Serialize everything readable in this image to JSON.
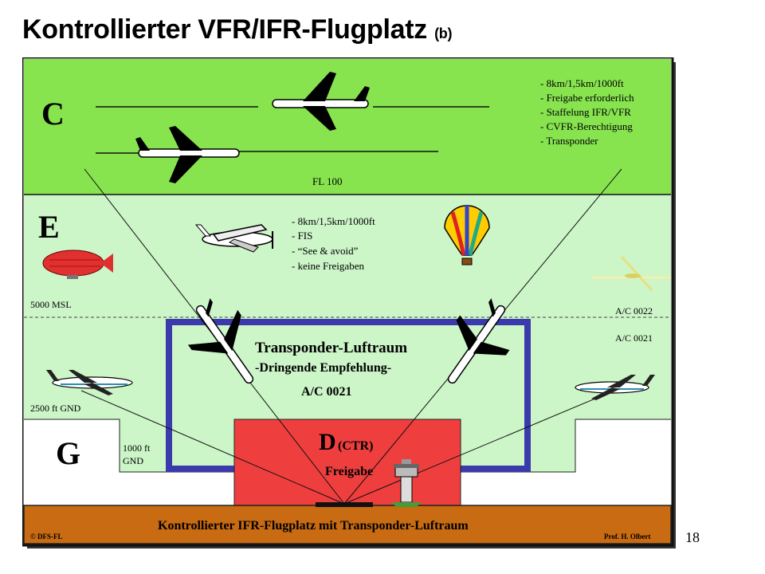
{
  "title": {
    "main": "Kontrollierter VFR/IFR-Flugplatz",
    "suffix": "(b)"
  },
  "page_number": "18",
  "airspace_c": {
    "letter": "C",
    "rules": [
      "- 8km/1,5km/1000ft",
      "- Freigabe erforderlich",
      "- Staffelung IFR/VFR",
      "- CVFR-Berechtigung",
      "- Transponder"
    ],
    "boundary_label": "FL 100"
  },
  "airspace_e": {
    "letter": "E",
    "rules": [
      "- 8km/1,5km/1000ft",
      "- FIS",
      "- “See & avoid”",
      "- keine Freigaben"
    ],
    "lower_label": "5000 MSL",
    "code_upper": "A/C 0022",
    "code_lower": "A/C 0021"
  },
  "transponder_zone": {
    "line1": "Transponder-Luftraum",
    "line2": "-Dringende Empfehlung-",
    "line3": "A/C 0021"
  },
  "left_edge_label": "2500 ft GND",
  "airspace_g": {
    "letter": "G",
    "height_line1": "1000 ft",
    "height_line2": "GND"
  },
  "ctr": {
    "letter": "D",
    "sub": "(CTR)",
    "clearance": "Freigabe"
  },
  "ground": {
    "label": "Kontrollierter IFR-Flugplatz mit Transponder-Luftraum",
    "copyright": "© DFS-FL",
    "author": "Prof. H. Olbert"
  },
  "colors": {
    "class_c": "#87e44f",
    "class_e": "#ccf5c8",
    "ctr": "#ef3e3e",
    "transponder_border": "#3a3aad",
    "ground": "#c86b12",
    "frame": "#111111"
  }
}
